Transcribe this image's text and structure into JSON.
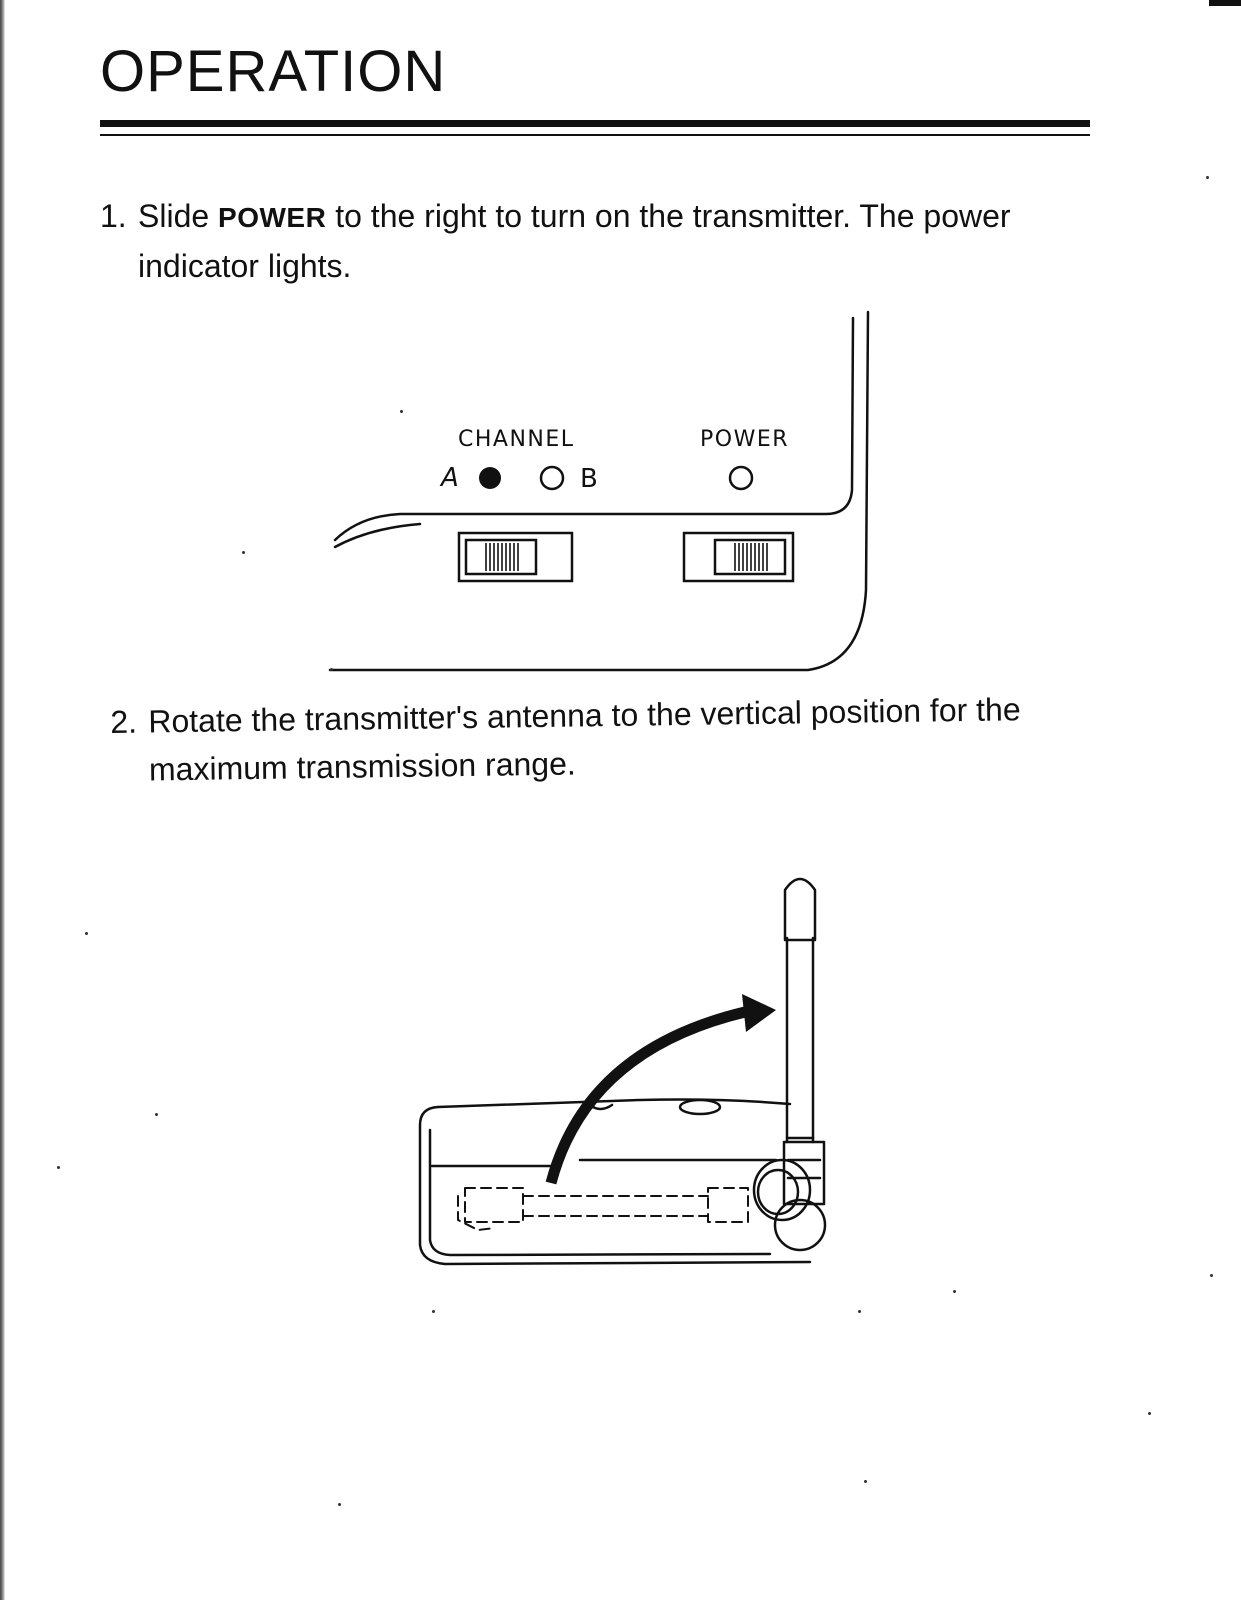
{
  "page": {
    "title": "OPERATION"
  },
  "steps": [
    {
      "number": "1.",
      "text_before": "Slide ",
      "keyword": "POWER",
      "text_after": " to the right to turn on the transmitter.  The power indicator lights."
    },
    {
      "number": "2.",
      "text": "Rotate the transmitter's antenna to the vertical position for the maximum transmission range."
    }
  ],
  "figure1": {
    "channel_label": "CHANNEL",
    "channel_a": "A",
    "channel_b": "B",
    "power_label": "POWER",
    "channel_a_indicator": "filled",
    "channel_b_indicator": "empty",
    "power_indicator": "empty"
  },
  "colors": {
    "ink": "#111111",
    "paper": "#ffffff"
  }
}
